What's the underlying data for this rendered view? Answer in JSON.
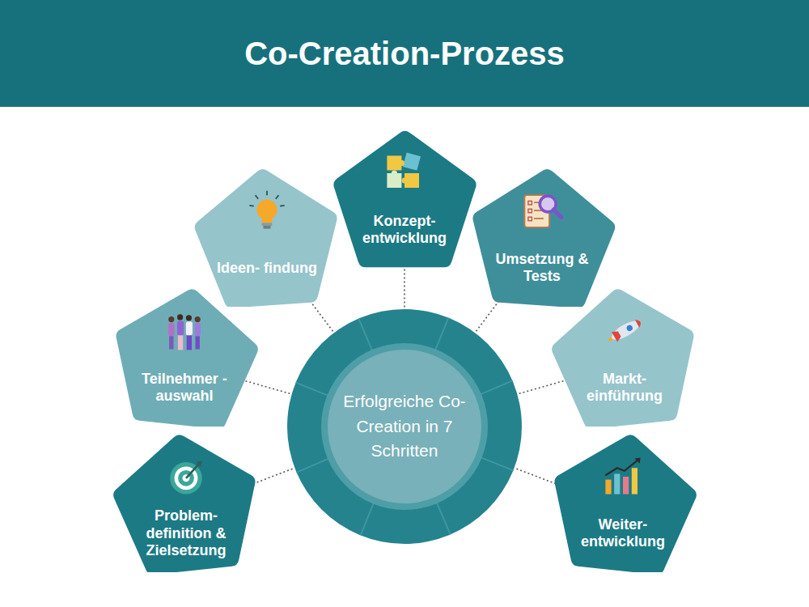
{
  "diagram": {
    "title": "Co-Creation-Prozess",
    "nodes": [
      {
        "text": [
          "Problem- definition & Zielsetzung"
        ]
      },
      {
        "text": [
          "Teilnehmer -auswahl"
        ]
      },
      {
        "text": [
          "Ideen- findung"
        ]
      },
      {
        "text": [
          "Konzept- entwicklung"
        ]
      },
      {
        "text": [
          "Umsetzung & Tests"
        ]
      },
      {
        "text": [
          "Markt- einführung"
        ]
      },
      {
        "text": [
          "Weiter- entwicklung"
        ]
      },
      {
        "text": [
          "Erfolgreiche Co-Creation in 7 Schritten"
        ]
      }
    ],
    "edges": [
      {
        "from": 0,
        "to": 7,
        "arrow": "none"
      },
      {
        "from": 1,
        "to": 7,
        "arrow": "none"
      },
      {
        "from": 2,
        "to": 7,
        "arrow": "none"
      },
      {
        "from": 3,
        "to": 7,
        "arrow": "none"
      },
      {
        "from": 4,
        "to": 7,
        "arrow": "none"
      },
      {
        "from": 5,
        "to": 7,
        "arrow": "none"
      },
      {
        "from": 6,
        "to": 7,
        "arrow": "none"
      }
    ]
  }
}
